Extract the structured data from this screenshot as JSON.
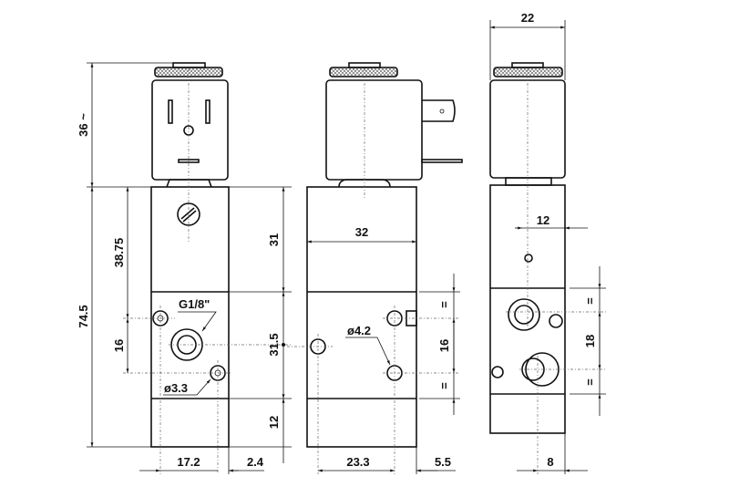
{
  "drawing": {
    "front_view": {
      "dims": {
        "coil_height": "36 ~",
        "total_height": "74.5",
        "port_height": "38.75",
        "hole_spacing": "16",
        "upper_block": "31",
        "mid_block": "31.5",
        "lower_block": "12",
        "width_left": "17.2",
        "offset_right": "2.4"
      },
      "callouts": {
        "thread": "G1/8\"",
        "hole_dia": "ø3.3"
      }
    },
    "side_view": {
      "dims": {
        "width": "32",
        "hole_spacing": "16",
        "equal_top": "=",
        "equal_bottom": "=",
        "width_bottom": "23.3",
        "offset_right": "5.5"
      },
      "callouts": {
        "hole_dia": "ø4.2"
      }
    },
    "rear_view": {
      "dims": {
        "width_top": "22",
        "offset": "12",
        "port_spacing": "18",
        "equal_top": "=",
        "equal_bottom": "=",
        "offset_bottom": "8"
      }
    }
  }
}
